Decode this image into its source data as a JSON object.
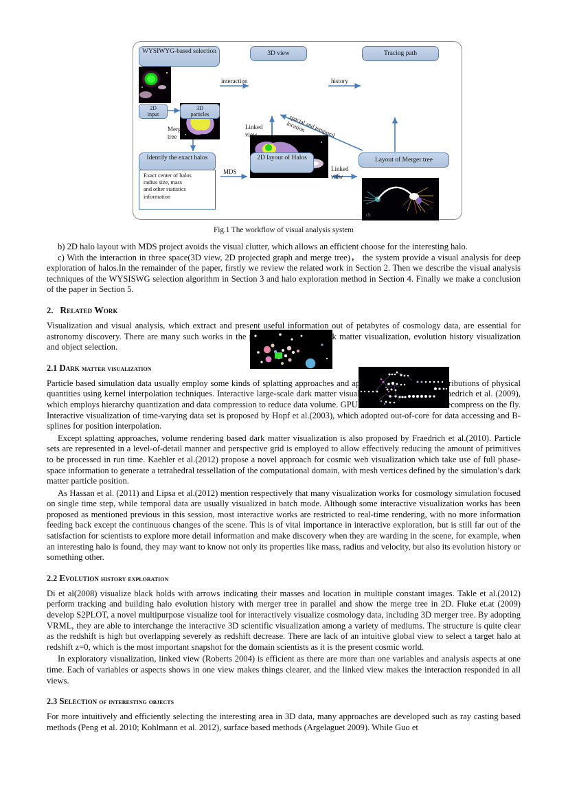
{
  "figure": {
    "caption": "Fig.1 The workflow of visual analysis system",
    "nodes": {
      "wysiwyg": "WYSIWYG-based selection",
      "view3d": "3D view",
      "tracing": "Tracing path",
      "input2d": "2D input",
      "particles3d": "3D particles",
      "identify": "Identify the exact  halos",
      "layout2d": "2D layout of Halos",
      "merger_layout": "Layout of Merger tree",
      "detail_lines": [
        "Exact center of halos",
        "radius size, mass",
        " and other statistics",
        "information"
      ]
    },
    "edge_labels": {
      "interaction": "interaction",
      "history": "history",
      "merger_tree": "Merger tree",
      "mds": "MDS",
      "linked_view_top": "Linked view",
      "linked_view_right": "Linked view",
      "spacial_temporal": "spacial and temporal location"
    }
  },
  "body": {
    "para_b": "b) 2D halo layout with MDS project avoids the visual clutter, which allows an efficient choose for the interesting halo.",
    "para_c": "c) With the interaction in three space(3D view, 2D projected graph and merge tree)， the system provide a visual analysis for deep exploration of halos.In the remainder of the paper, firstly we review the related work in Section 2. Then we describe the visual analysis techniques of the WYSISWG selection algorithm in Section 3 and halo exploration method in Section 4. Finally we make a conclusion of the paper in Section 5."
  },
  "sections": {
    "s2": {
      "number": "2.",
      "title": "Related Work"
    },
    "s2_intro": "Visualization and visual analysis, which extract and present useful information out of petabytes of cosmology data, are essential for astronomy discovery. There are many such works in the past decade both in dark matter visualization, evolution history visualization and object selection.",
    "s21": {
      "number": "2.1",
      "word_first": "Dark",
      "word_rest": "matter visualization"
    },
    "s21_p1": "Particle based simulation data usually employ some kinds of splatting approaches and approximate the spatial distributions of physical quantities using kernel interpolation techniques. Interactive large-scale dark matter visualization is proposed by Fraedrich et al. (2009), which employs hierarchy quantization and data compression to reduce data volume. GPU acceleration is used for decompress on the fly. Interactive visualization of time-varying data set is proposed by Hopf et al.(2003), which adopted out-of-core for data accessing and B-splines for position interpolation.",
    "s21_p2": "Except splatting approaches, volume rendering based dark matter visualization is also proposed by Fraedrich et al.(2010). Particle sets are represented in a level-of-detail manner and perspective grid is employed to allow effectively reducing the amount of primitives to be processed in run time. Kaehler et al.(2012) propose a novel approach for cosmic web visualization which take use of full phase-space information to generate a tetrahedral tessellation of the computational domain, with mesh vertices defined by the simulation’s dark matter particle position.",
    "s21_p3": "As Hassan et al. (2011) and Lipsa et al.(2012) mention respectively that many visualization works for cosmology simulation focused on single time step, while temporal data are usually visualized in batch mode. Although some interactive visualization works has been proposed as mentioned previous in this session, most interactive works are restricted to real-time rendering, with no more information feeding back except the continuous changes of the scene. This is of vital importance in interactive exploration, but is still far out of the satisfaction for scientists to explore more detail information and make discovery when they are warding in the scene, for example, when an interesting halo is found, they may want to know not only its properties like mass, radius and velocity, but also its evolution history or something other.",
    "s22": {
      "number": "2.2",
      "word_first": "Evolution",
      "word_rest": "history exploration"
    },
    "s22_p1": "Di et al(2008) visualize black holds with arrows indicating their masses and location in multiple constant images. Takle et al.(2012) perform tracking and building halo evolution history with merger tree in parallel and show the merge tree in 2D. Fluke et.at (2009) develop S2PLOT, a novel multipurpose visualize tool for interactively visualize cosmology data, including 3D merger tree. By adopting VRML, they are able to interchange the interactive 3D scientific visualization among a variety of mediums. The structure is quite clear as the redshift is high but overlapping severely as redshift decrease. There are lack of an intuitive global view to select a target halo at redshift z=0, which is the most important snapshot for the domain scientists as it is the present cosmic world.",
    "s22_p2": "In exploratory visualization, linked view (Roberts 2004) is efficient as there are more than one variables and analysis aspects at one time. Each of variables or aspects shows in one view makes things clearer, and the linked view makes the interaction responded in all views.",
    "s23": {
      "number": "2.3",
      "word_first": "Selection",
      "word_rest": "of interesting objects"
    },
    "s23_p1": "For more intuitively and efficiently selecting the interesting area in 3D data, many approaches are developed such as ray casting based methods (Peng et al. 2010; Kohlmann et al. 2012), surface based methods (Argelaguet 2009). While Guo et"
  },
  "colors": {
    "box_fill_top": "#c7d5ea",
    "box_fill_bottom": "#aec3dd",
    "box_border": "#5b7ca6",
    "arrow": "#4a7ebb",
    "frame_border": "#8a8a8a",
    "text": "#111111"
  }
}
